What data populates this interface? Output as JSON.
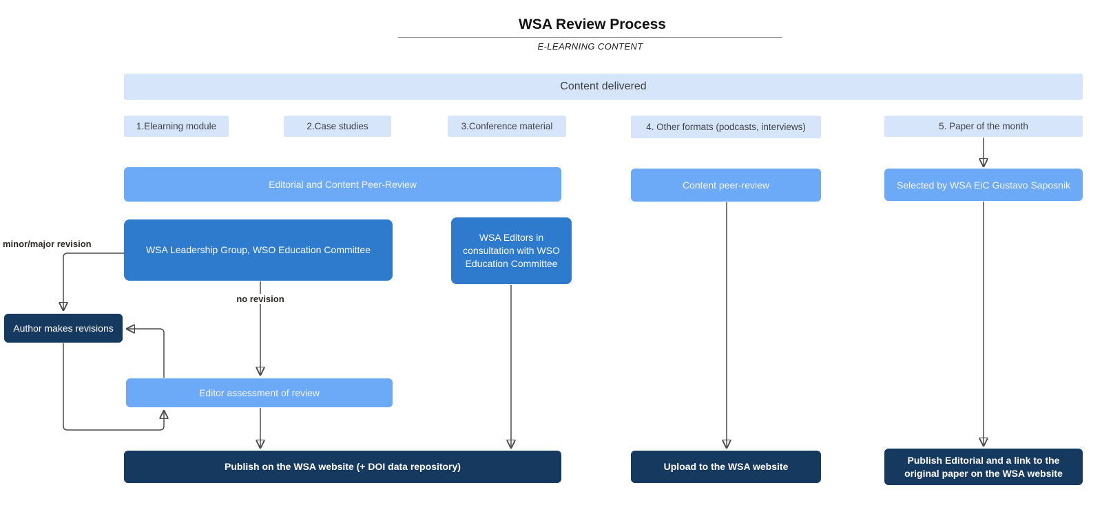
{
  "diagram": {
    "title": "WSA Review Process",
    "subtitle": "E-LEARNING CONTENT",
    "banner": "Content delivered",
    "formats": [
      {
        "label": "1.Elearning module"
      },
      {
        "label": "2.Case studies"
      },
      {
        "label": "3.Conference material"
      },
      {
        "label": "4. Other formats (podcasts, interviews)"
      },
      {
        "label": "5. Paper of the month"
      }
    ],
    "review": {
      "editorial_peer_review": "Editorial and Content Peer-Review",
      "content_peer_review": "Content peer-review",
      "selected_by": "Selected by WSA EiC Gustavo Saposnik"
    },
    "committees": {
      "leadership": "WSA Leadership Group, WSO Education Committee",
      "editors": "WSA Editors in consultation with WSO Education Committee"
    },
    "revision_loop": {
      "minor_major_label": "minor/major revision",
      "no_revision_label": "no revision",
      "author_revisions": "Author makes revisions",
      "editor_assessment": "Editor assessment of review"
    },
    "outcomes": {
      "publish_wsa": "Publish on the WSA website (+ DOI data repository)",
      "upload_wsa": "Upload to the WSA website",
      "publish_editorial": "Publish Editorial and a link to the original paper on the WSA website"
    },
    "colors": {
      "light_blue": "#d7e5fb",
      "medium_blue": "#6ca9f7",
      "strong_blue": "#2e7bcd",
      "navy": "#16395f",
      "connector": "#4a4a4a"
    }
  }
}
